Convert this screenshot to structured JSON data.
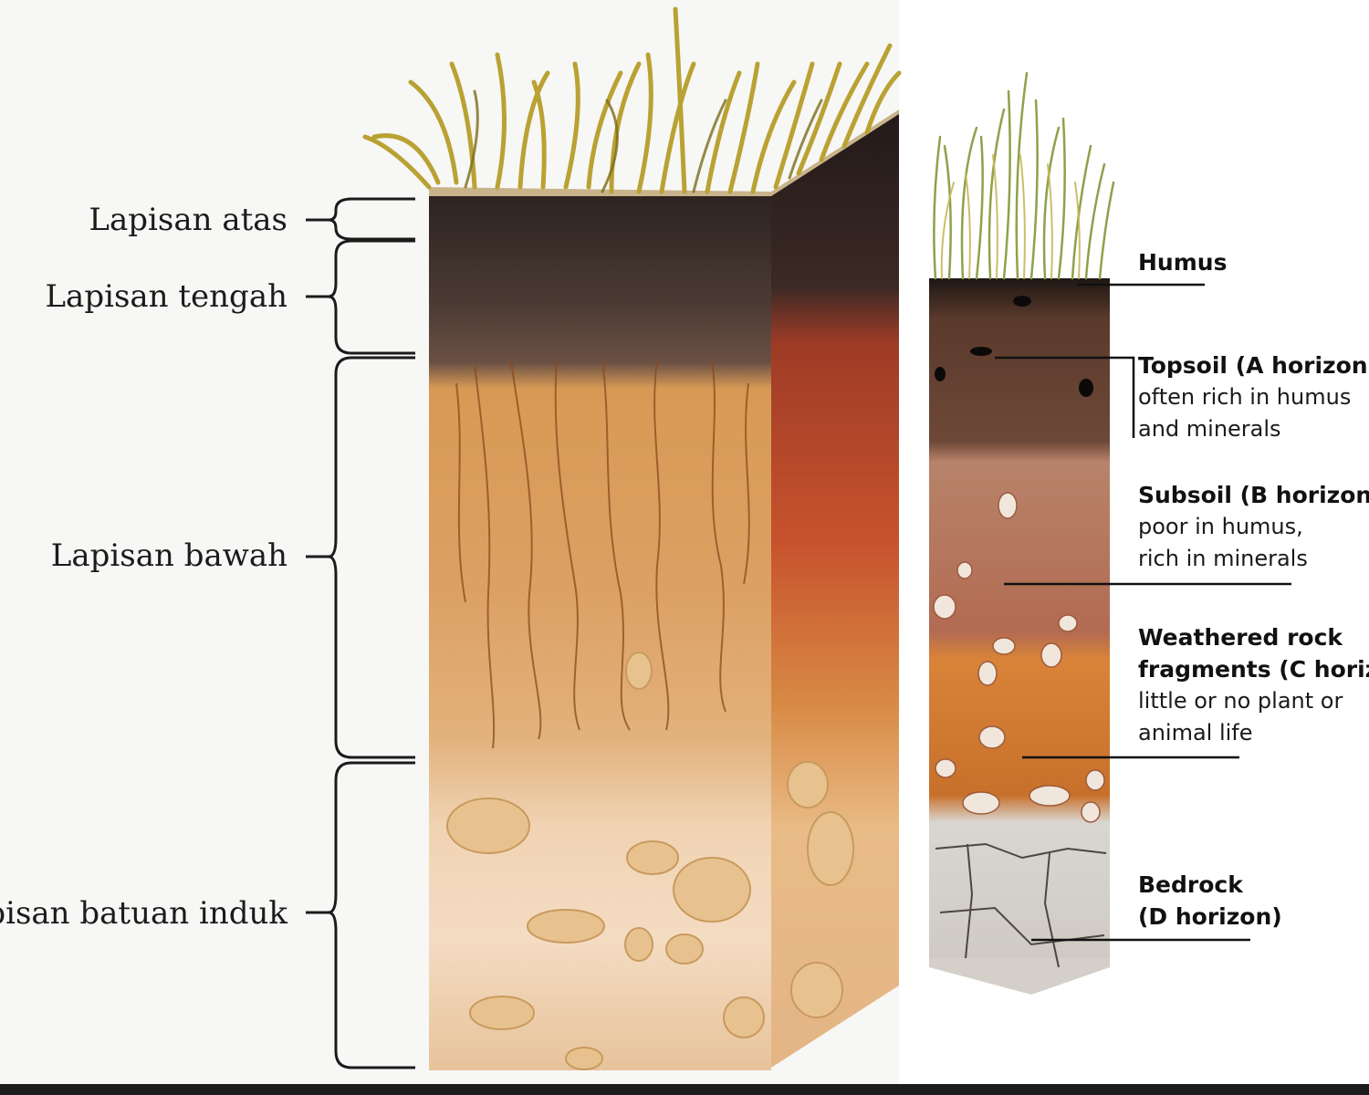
{
  "left_diagram": {
    "labels": [
      {
        "id": "atas",
        "text": "Lapisan atas"
      },
      {
        "id": "tengah",
        "text": "Lapisan tengah"
      },
      {
        "id": "bawah",
        "text": "Lapisan bawah"
      },
      {
        "id": "induk",
        "text": "Lapisan batuan induk"
      }
    ]
  },
  "right_diagram": {
    "labels": [
      {
        "id": "humus",
        "title": "Humus",
        "desc": []
      },
      {
        "id": "topsoil",
        "title": "Topsoil (A horizon)",
        "desc": [
          "often rich in humus",
          "and minerals"
        ]
      },
      {
        "id": "subsoil",
        "title": "Subsoil (B horizon)",
        "desc": [
          "poor in humus,",
          "rich in minerals"
        ]
      },
      {
        "id": "weathered",
        "title": "Weathered rock",
        "title2": "fragments (C horizon)",
        "desc": [
          "little or no plant or",
          "animal life"
        ]
      },
      {
        "id": "bedrock",
        "title": "Bedrock",
        "title2": "(D horizon)",
        "desc": []
      }
    ]
  },
  "colors": {
    "grass": "#b9a233",
    "dark_topsoil": "#3a2b24",
    "orange_layer": "#d99a4e",
    "bedrock_light": "#ecd2b0",
    "side_face": "#b9542c"
  }
}
